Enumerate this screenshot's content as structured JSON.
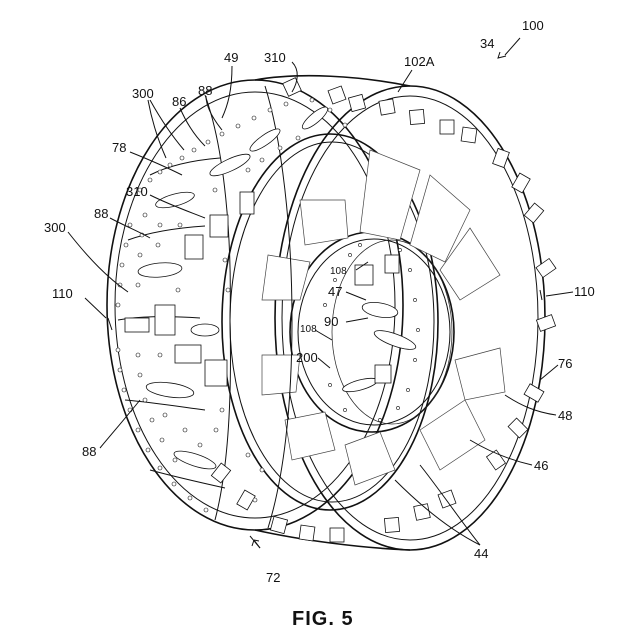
{
  "figure": {
    "caption": "FIG. 5",
    "labels": {
      "l100": "100",
      "l34": "34",
      "l102a": "102A",
      "l310_top": "310",
      "l49": "49",
      "l88_top": "88",
      "l300_top": "300",
      "l86": "86",
      "l78": "78",
      "l310_mid": "310",
      "l88_mid": "88",
      "l300_mid": "300",
      "l110_left": "110",
      "l110_right": "110",
      "l108_top": "108",
      "l47": "47",
      "l108_mid": "108",
      "l90": "90",
      "l200": "200",
      "l76": "76",
      "l48": "48",
      "l46": "46",
      "l88_bottom": "88",
      "l44": "44",
      "l72": "72"
    }
  }
}
